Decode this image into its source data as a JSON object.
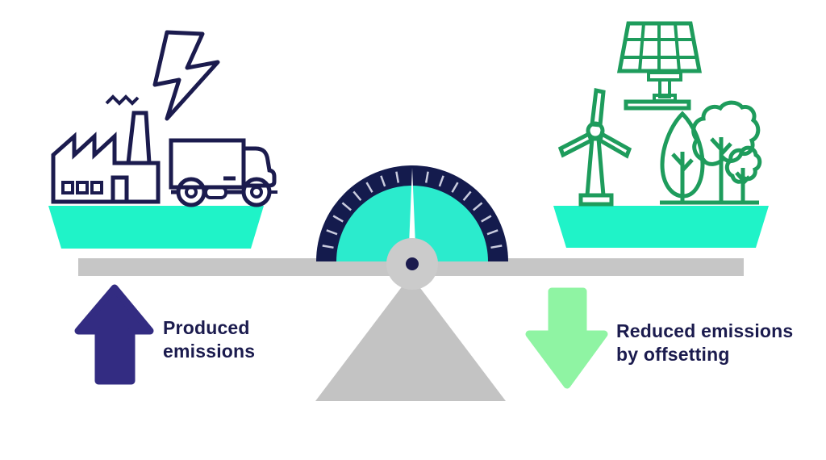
{
  "labels": {
    "produced": {
      "line1": "Produced",
      "line2": "emissions"
    },
    "reduced": {
      "line1": "Reduced emissions",
      "line2": "by offsetting"
    }
  },
  "icons": {
    "left_pan": [
      "lightning-icon",
      "factory-icon",
      "truck-icon"
    ],
    "right_pan": [
      "solar-panel-icon",
      "wind-turbine-icon",
      "trees-icon"
    ],
    "center": [
      "balance-gauge-icon"
    ],
    "annotations": [
      "up-arrow-icon",
      "down-arrow-icon"
    ]
  },
  "colors": {
    "background": "#FFFFFF",
    "navy": "#1B1B4E",
    "ring_navy": "#141B4D",
    "teal": "#1FF3C8",
    "gauge_teal": "#2BEBCD",
    "green": "#1E9C5C",
    "indigo": "#332C82",
    "mint": "#8FF4A3",
    "beam_gray": "#C6C6C6",
    "triangle_gray": "#C3C3C3",
    "hub_gray": "#CBCBCB",
    "tick": "#C9CBDE",
    "needle": "#FFFFFF"
  }
}
